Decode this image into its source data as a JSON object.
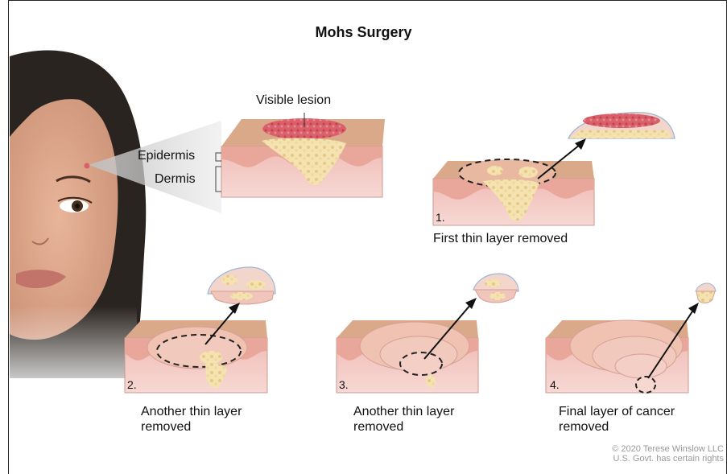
{
  "title": "Mohs Surgery",
  "labels": {
    "visible_lesion": "Visible lesion",
    "epidermis": "Epidermis",
    "dermis": "Dermis"
  },
  "steps": [
    {
      "number": "1.",
      "caption": "First thin layer removed"
    },
    {
      "number": "2.",
      "caption_line1": "Another thin layer",
      "caption_line2": "removed"
    },
    {
      "number": "3.",
      "caption_line1": "Another thin layer",
      "caption_line2": "removed"
    },
    {
      "number": "4.",
      "caption_line1": "Final layer of cancer",
      "caption_line2": "removed"
    }
  ],
  "credit": {
    "line1": "© 2020 Terese Winslow LLC",
    "line2": "U.S. Govt. has certain rights"
  },
  "colors": {
    "skin": "#f2c5ba",
    "epidermis_top": "#d9a98a",
    "dermis": "#f4cfc9",
    "tumor": "#f4e3b0",
    "lesion": "#d9606a",
    "hair": "#2a2420"
  }
}
